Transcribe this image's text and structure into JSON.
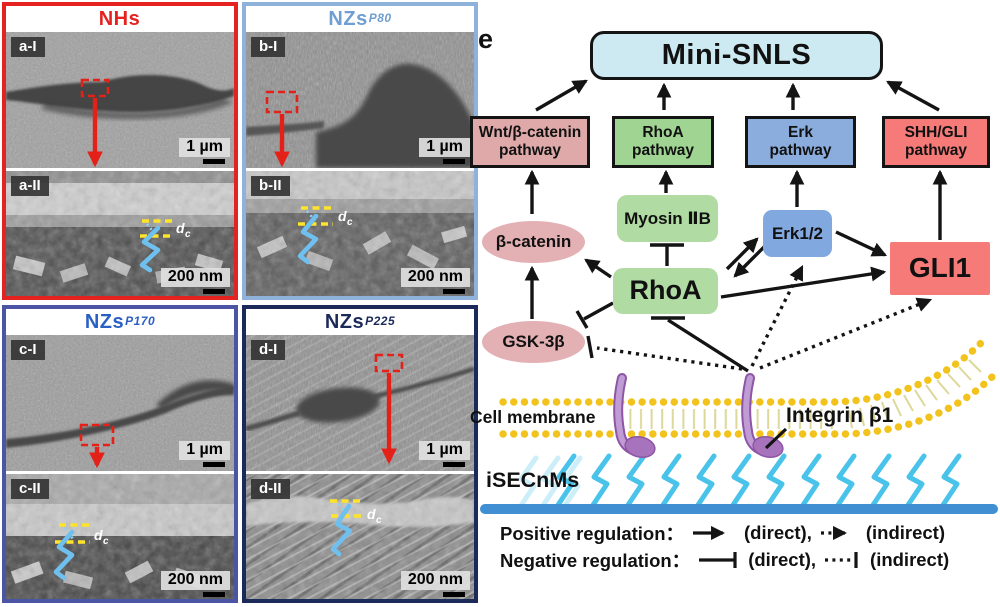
{
  "figure": {
    "panels": [
      {
        "id": "a",
        "title": "NHs",
        "sup": "",
        "border": "#e42320",
        "title_color": "#e42320",
        "sub1": "a-I",
        "sub2": "a-II",
        "scale1": "1 µm",
        "scale2": "200 nm"
      },
      {
        "id": "b",
        "title": "NZs",
        "sup": "P80",
        "border": "#8fb2da",
        "title_color": "#6f9ed2",
        "sub1": "b-I",
        "sub2": "b-II",
        "scale1": "1 µm",
        "scale2": "200 nm"
      },
      {
        "id": "c",
        "title": "NZs",
        "sup": "P170",
        "border": "#4c55a5",
        "title_color": "#2a5fc4",
        "sub1": "c-I",
        "sub2": "c-II",
        "scale1": "1 µm",
        "scale2": "200 nm"
      },
      {
        "id": "d",
        "title": "NZs",
        "sup": "P225",
        "border": "#1c2a5a",
        "title_color": "#1c2a5a",
        "sub1": "d-I",
        "sub2": "d-II",
        "scale1": "1 µm",
        "scale2": "200 nm"
      }
    ],
    "dc": {
      "main": "d",
      "sub": "c"
    },
    "diagram": {
      "label": "e",
      "hub": "Mini-SNLS",
      "pathways": [
        {
          "line1": "Wnt/β-catenin",
          "line2": "pathway",
          "fill": "#dfa9a9"
        },
        {
          "line1": "RhoA",
          "line2": "pathway",
          "fill": "#9fd492"
        },
        {
          "line1": "Erk",
          "line2": "pathway",
          "fill": "#8badde"
        },
        {
          "line1": "SHH/GLI",
          "line2": "pathway",
          "fill": "#f57a78"
        }
      ],
      "nodes": {
        "bcatenin": "β-catenin",
        "myosin": "Myosin ⅡB",
        "erk12": "Erk1/2",
        "rhoa": "RhoA",
        "gsk": "GSK-3β",
        "gli1": "GLI1"
      },
      "membrane_label": "Cell membrane",
      "integrin_label": "Integrin β1",
      "substrate_label": "iSECnMs",
      "legend": [
        {
          "label": "Positive regulation：",
          "direct": "(direct),",
          "indirect": "(indirect)"
        },
        {
          "label": "Negative regulation：",
          "direct": "(direct),",
          "indirect": "(indirect)"
        }
      ],
      "edges": [
        {
          "from": "Wnt/β-catenin pathway",
          "to": "Mini-SNLS",
          "type": "direct-positive"
        },
        {
          "from": "RhoA pathway",
          "to": "Mini-SNLS",
          "type": "direct-positive"
        },
        {
          "from": "Erk pathway",
          "to": "Mini-SNLS",
          "type": "direct-positive"
        },
        {
          "from": "SHH/GLI pathway",
          "to": "Mini-SNLS",
          "type": "direct-positive"
        },
        {
          "from": "β-catenin",
          "to": "Wnt/β-catenin pathway",
          "type": "direct-positive"
        },
        {
          "from": "Myosin ⅡB",
          "to": "RhoA pathway",
          "type": "direct-positive"
        },
        {
          "from": "Erk1/2",
          "to": "Erk pathway",
          "type": "direct-positive"
        },
        {
          "from": "GLI1",
          "to": "SHH/GLI pathway",
          "type": "direct-positive"
        },
        {
          "from": "GSK-3β",
          "to": "β-catenin",
          "type": "direct-positive"
        },
        {
          "from": "RhoA",
          "to": "β-catenin",
          "type": "direct-positive"
        },
        {
          "from": "RhoA",
          "to": "Myosin ⅡB",
          "type": "direct-negative"
        },
        {
          "from": "RhoA",
          "to": "GSK-3β",
          "type": "direct-negative"
        },
        {
          "from": "RhoA",
          "to": "Erk1/2",
          "type": "direct-positive"
        },
        {
          "from": "Erk1/2",
          "to": "RhoA",
          "type": "direct-positive"
        },
        {
          "from": "RhoA",
          "to": "GLI1",
          "type": "direct-positive"
        },
        {
          "from": "Erk1/2",
          "to": "GLI1",
          "type": "direct-positive"
        },
        {
          "from": "Integrin β1",
          "to": "RhoA",
          "type": "direct-negative"
        },
        {
          "from": "Integrin β1",
          "to": "GSK-3β",
          "type": "indirect-negative"
        },
        {
          "from": "Integrin β1",
          "to": "Erk1/2",
          "type": "indirect-positive"
        },
        {
          "from": "Integrin β1",
          "to": "GLI1",
          "type": "indirect-positive"
        }
      ]
    },
    "colors": {
      "mini_fill": "#cde9f1",
      "wnt_fill": "#dfa9a9",
      "rhoa_pathway_fill": "#9fd492",
      "erk_pathway_fill": "#8badde",
      "shh_fill": "#f57a78",
      "myosin_fill": "#b0dba2",
      "erk12_fill": "#82a8e0",
      "rhoa_fill": "#b0dba2",
      "gli1_fill": "#f57a78",
      "ellipse_fill": "#e3b0b4",
      "membrane_yellow": "#f2c31c",
      "zigzag_cyan": "#49c3ea",
      "bar_blue": "#3f8fd2",
      "integrin_purple": "#a873bd",
      "roi_red": "#e32119",
      "dc_yellow": "#ffe42a",
      "squiggle_blue": "#6fc0ef"
    }
  }
}
